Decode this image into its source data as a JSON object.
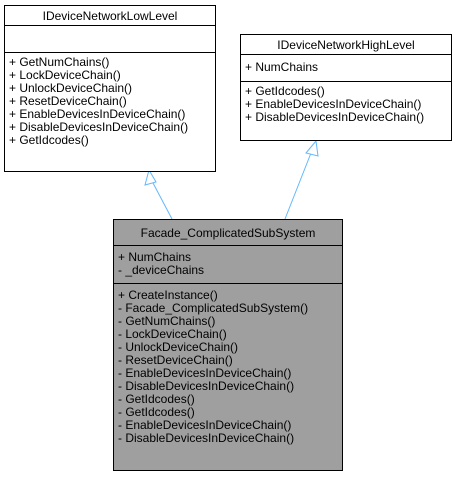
{
  "classes": {
    "low_level": {
      "name": "IDeviceNetworkLowLevel",
      "attributes": [],
      "operations": [
        "+ GetNumChains()",
        "+ LockDeviceChain()",
        "+ UnlockDeviceChain()",
        "+ ResetDeviceChain()",
        "+ EnableDevicesInDeviceChain()",
        "+ DisableDevicesInDeviceChain()",
        "+ GetIdcodes()"
      ]
    },
    "high_level": {
      "name": "IDeviceNetworkHighLevel",
      "attributes": [
        "+ NumChains"
      ],
      "operations": [
        "+ GetIdcodes()",
        "+ EnableDevicesInDeviceChain()",
        "+ DisableDevicesInDeviceChain()"
      ]
    },
    "facade": {
      "name": "Facade_ComplicatedSubSystem",
      "attributes": [
        "+ NumChains",
        "- _deviceChains"
      ],
      "operations": [
        "+ CreateInstance()",
        "- Facade_ComplicatedSubSystem()",
        "- GetNumChains()",
        "- LockDeviceChain()",
        "- UnlockDeviceChain()",
        "- ResetDeviceChain()",
        "- EnableDevicesInDeviceChain()",
        "- DisableDevicesInDeviceChain()",
        "- GetIdcodes()",
        "- GetIdcodes()",
        "- EnableDevicesInDeviceChain()",
        "- DisableDevicesInDeviceChain()"
      ]
    }
  },
  "colors": {
    "edge": "#63b8ff",
    "facade_fill": "#9f9f9f",
    "box_fill": "#ffffff",
    "border": "#000000"
  }
}
